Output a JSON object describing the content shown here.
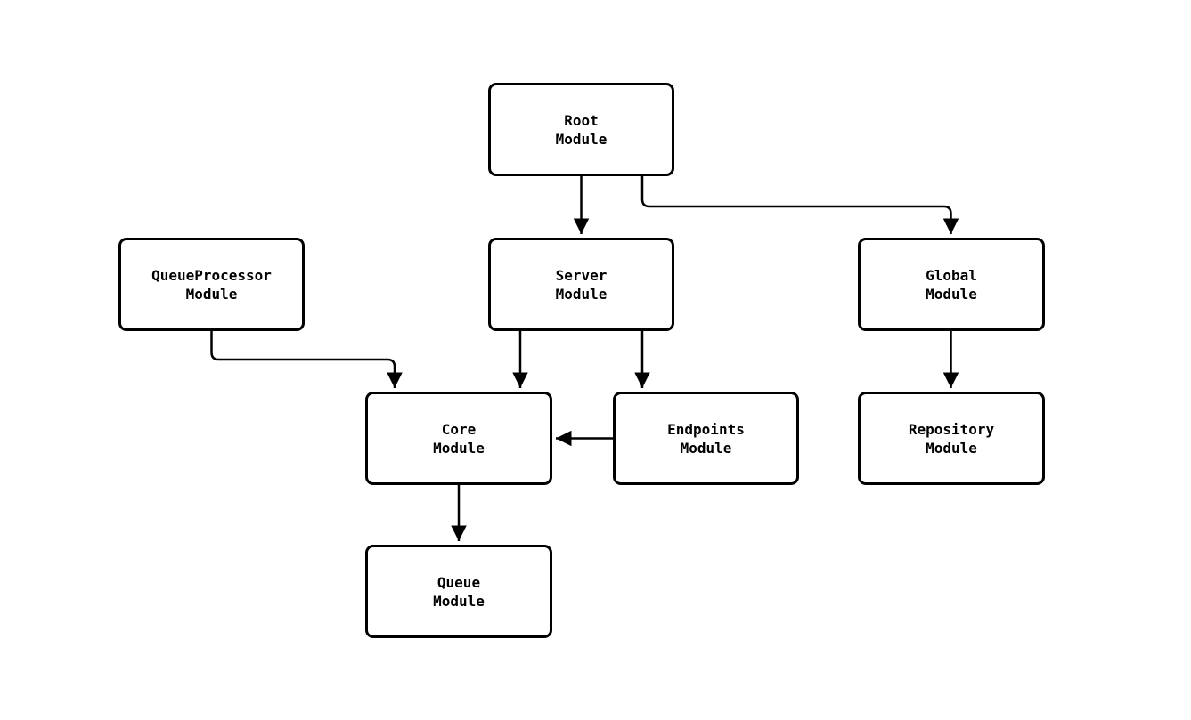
{
  "colors": {
    "background": "#ffffff",
    "node_fill": "#ffffff",
    "stroke": "#000000",
    "text": "#000000"
  },
  "nodes": {
    "root": {
      "line1": "Root",
      "line2": "Module"
    },
    "queueprocessor": {
      "line1": "QueueProcessor",
      "line2": "Module"
    },
    "server": {
      "line1": "Server",
      "line2": "Module"
    },
    "global": {
      "line1": "Global",
      "line2": "Module"
    },
    "core": {
      "line1": "Core",
      "line2": "Module"
    },
    "endpoints": {
      "line1": "Endpoints",
      "line2": "Module"
    },
    "repository": {
      "line1": "Repository",
      "line2": "Module"
    },
    "queue": {
      "line1": "Queue",
      "line2": "Module"
    }
  },
  "edges": [
    {
      "from": "Root Module",
      "to": "Server Module"
    },
    {
      "from": "Root Module",
      "to": "Global Module"
    },
    {
      "from": "QueueProcessor Module",
      "to": "Core Module"
    },
    {
      "from": "Server Module",
      "to": "Core Module"
    },
    {
      "from": "Server Module",
      "to": "Endpoints Module"
    },
    {
      "from": "Endpoints Module",
      "to": "Core Module"
    },
    {
      "from": "Global Module",
      "to": "Repository Module"
    },
    {
      "from": "Core Module",
      "to": "Queue Module"
    }
  ]
}
